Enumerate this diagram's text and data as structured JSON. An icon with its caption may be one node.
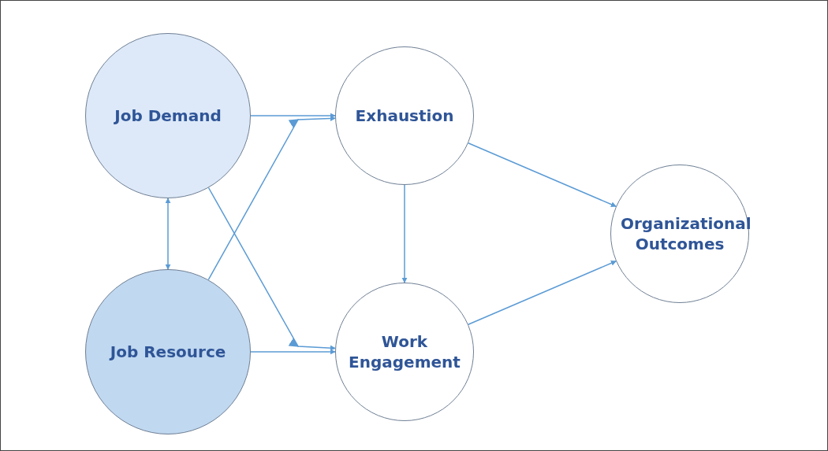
{
  "diagram": {
    "nodes": [
      {
        "text": [
          "Job Demand"
        ]
      },
      {
        "text": [
          "Job Resource"
        ]
      },
      {
        "text": [
          "Exhaustion"
        ]
      },
      {
        "text": [
          "Work Engagement"
        ]
      },
      {
        "text": [
          "Organizational Outcomes"
        ]
      }
    ],
    "edges": [
      {
        "from": 0,
        "to": 2,
        "arrow": "to"
      },
      {
        "from": 0,
        "to": 3,
        "arrow": "to"
      },
      {
        "from": 1,
        "to": 2,
        "arrow": "to"
      },
      {
        "from": 1,
        "to": 3,
        "arrow": "to"
      },
      {
        "from": 0,
        "to": 1,
        "arrow": "both"
      },
      {
        "from": 2,
        "to": 3,
        "arrow": "to"
      },
      {
        "from": 2,
        "to": 4,
        "arrow": "to"
      },
      {
        "from": 3,
        "to": 4,
        "arrow": "to"
      }
    ]
  }
}
